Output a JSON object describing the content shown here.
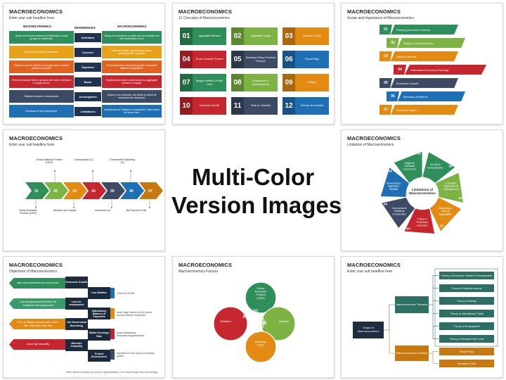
{
  "heading": {
    "line1": "Multi-Color",
    "line2": "Version Images"
  },
  "slides": {
    "s1": {
      "title": "MACROECONOMICS",
      "subtitle": "Enter your sub headline here",
      "col_left": "MICROECONOMICS",
      "col_mid": "DIFFERENCES",
      "col_right": "MACROECONOMICS",
      "rows": [
        {
          "left": "Study of economic actions of individuals & small groups of individuals.",
          "mid": "Definition",
          "right": "Study of economy as a whole and not a single unit but combination of all.",
          "color": "#2f8f5b"
        },
        {
          "left": "Households, firms & industries.",
          "mid": "Concern",
          "right": "National income, general price levels, unemployment & growth.",
          "color": "#e8a21a"
        },
        {
          "left": "Demand curve & theories on supply side & market profits & sun cost.",
          "mid": "Objective",
          "right": "Full employment, economic growth & favorable balance of payments.",
          "color": "#e26220"
        },
        {
          "left": "Price mechanism which operates with help of demand & supply forces.",
          "mid": "Basis",
          "right": "Employment which is determined by aggregate demand & supply.",
          "color": "#c6262e"
        },
        {
          "left": "Rational behavior of individuals.",
          "mid": "Assumptions",
          "right": "Output of an economy, the extent to which its resources are employed.",
          "color": "#3c4a64"
        },
        {
          "left": "Existence of full employment.",
          "mid": "Limitations",
          "right": "Involvement of \"fallacy of composition\" which does not prove true.",
          "color": "#1f6fb5"
        }
      ]
    },
    "s2": {
      "title": "MACROECONOMICS",
      "subtitle": "12 Concepts of Macroeconomics",
      "items": [
        {
          "num": "01",
          "label": "Aggregate Demand",
          "color": "#2f8f5b"
        },
        {
          "num": "02",
          "label": "Aggregate Supply",
          "color": "#7cb342"
        },
        {
          "num": "03",
          "label": "Business Cycles",
          "color": "#e38a12"
        },
        {
          "num": "04",
          "label": "Gross Domestic Product",
          "color": "#c6262e"
        },
        {
          "num": "05",
          "label": "Monetary Policy & Federal Reserve",
          "color": "#3c4a64"
        },
        {
          "num": "06",
          "label": "Fiscal Policy",
          "color": "#1f6fb5"
        },
        {
          "num": "07",
          "label": "Budget Deficits & Public Debt",
          "color": "#2f8f5b"
        },
        {
          "num": "08",
          "label": "Employment & Unemployment",
          "color": "#7cb342"
        },
        {
          "num": "09",
          "label": "Inflation",
          "color": "#e38a12"
        },
        {
          "num": "10",
          "label": "Economic Growth",
          "color": "#c6262e"
        },
        {
          "num": "11",
          "label": "Real vs. Nominal",
          "color": "#3c4a64"
        },
        {
          "num": "12",
          "label": "Famous Economists",
          "color": "#1f6fb5"
        }
      ]
    },
    "s3": {
      "title": "MACROECONOMICS",
      "subtitle": "Scope and Importance of Macroeconomics",
      "items": [
        {
          "num": "01",
          "label": "Framing Economic Policies",
          "color": "#2f8f5b"
        },
        {
          "num": "02",
          "label": "Study of Unemployment",
          "color": "#7cb342"
        },
        {
          "num": "03",
          "label": "National Income",
          "color": "#e38a12"
        },
        {
          "num": "04",
          "label": "Understand Economy Working",
          "color": "#c6262e"
        },
        {
          "num": "05",
          "label": "Economic Growth",
          "color": "#3c4a64"
        },
        {
          "num": "06",
          "label": "Monetary Problems",
          "color": "#1f6fb5"
        },
        {
          "num": "07",
          "label": "Business Cycles",
          "color": "#e38a12"
        }
      ]
    },
    "s4": {
      "title": "MACROECONOMICS",
      "subtitle": "Enter your sub headline here",
      "steps": [
        {
          "num": "01",
          "color": "#2f8f5b"
        },
        {
          "num": "02",
          "color": "#7cb342"
        },
        {
          "num": "03",
          "color": "#e38a12"
        },
        {
          "num": "04",
          "color": "#c6262e"
        },
        {
          "num": "05",
          "color": "#3c4a64"
        },
        {
          "num": "06",
          "color": "#1f6fb5"
        },
        {
          "num": "07",
          "color": "#c7790f"
        }
      ],
      "labels_top": [
        "Gross National Product (GNP)",
        "Consumption (C)",
        "Government Spending (G)"
      ],
      "labels_bottom": [
        "Gross Domestic Product (GDP)",
        "Demand and Supply",
        "Investment (I)",
        "Net Exports (X-M)"
      ]
    },
    "s5": {
      "title": "MACROECONOMICS",
      "subtitle": "Limitation of Macroeconomics",
      "center": "Limitations of Macroeconomics",
      "segments": [
        {
          "num": "01",
          "label": "Too Much Generalization",
          "color": "#2f8f5b"
        },
        {
          "num": "02",
          "label": "Considers Aggregate as Homogeneous",
          "color": "#7cb342"
        },
        {
          "num": "03",
          "label": "Misleading & Difficult Aggregation",
          "color": "#e38a12"
        },
        {
          "num": "04",
          "label": "Policy of Production Indicators",
          "color": "#c6262e"
        },
        {
          "num": "05",
          "label": "Conceptual & Statistical Complexities",
          "color": "#3c4a64"
        },
        {
          "num": "06",
          "label": "Unnecessary Aggregate Variable",
          "color": "#1f6fb5"
        },
        {
          "num": "07",
          "label": "Neglects Individual Consumers",
          "color": "#2f8f5b"
        }
      ]
    },
    "s7": {
      "title": "MACROECONOMICS",
      "subtitle": "Objectives of Macroeconomics",
      "left": [
        {
          "text": "High and sustainable economic growth",
          "color": "#2f8f5b"
        },
        {
          "text": "Low unemployment (less than 3% considered full employment)",
          "color": "#3a9a6a"
        },
        {
          "text": "For e.g. Stable consumer price index, low, output (less than 3%)",
          "color": "#e38a12"
        },
        {
          "text": "Avoid high inequality",
          "color": "#c6262e"
        }
      ],
      "mid": [
        "Economic Growth",
        "Low Inflation",
        "Low Un-employment",
        "Satisfactory Balance of Payments",
        "Life Government Borrowing",
        "Stable Exchange Rate",
        "Minimize Inequality",
        "Protect Environment"
      ],
      "right": [
        {
          "text": "LOW INFLATION",
          "color": "#1f6fb5"
        },
        {
          "text": "Avoid 'large' deficits on the current account balance of payment.",
          "color": "#e38a12"
        },
        {
          "text": "Avoid destabilizing devaluations/appreciations.",
          "color": "#c6262e"
        },
        {
          "text": "Important for very long run economic growth.",
          "color": "#3c4a64"
        }
      ],
      "note": "*Note: Above numbers are just for representation. You may change them accordingly."
    },
    "s8": {
      "title": "MACROECONOMICS",
      "subtitle": "Macroeconomics Factors",
      "factors": [
        {
          "num": "01",
          "label": "Gross Domestic Product (GDP)",
          "color": "#2f8f5b"
        },
        {
          "num": "02",
          "label": "Inflation",
          "color": "#7cb342"
        },
        {
          "num": "03",
          "label": "Monetary Policy",
          "color": "#e38a12"
        },
        {
          "num": "04",
          "label": "Deflation",
          "color": "#c6262e"
        }
      ]
    },
    "s9": {
      "title": "MACROECONOMICS",
      "subtitle": "Enter your sub headline here",
      "root": "Scope of Macroeconomics",
      "branch_top": "Macroeconomic Theories",
      "branch_bottom": "Macroeconomics Policies",
      "theories": [
        "Theory of Economic Growth & Development",
        "Theory of National Income",
        "Theory of Money",
        "Theory of International Trade",
        "Theory of Employment",
        "Theory of General Price Level"
      ],
      "policies": [
        "Fiscal Policy",
        "Monetary Policy"
      ],
      "colors": {
        "root": "#1f2d40",
        "theories": "#2d6f63",
        "policies": "#c7790f"
      }
    }
  }
}
